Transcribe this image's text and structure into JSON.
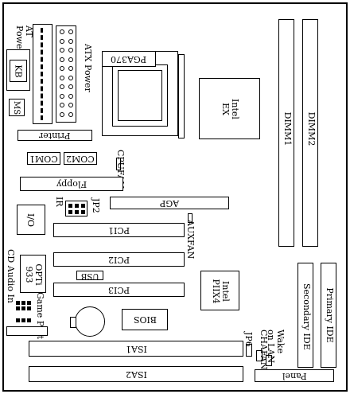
{
  "diagram": {
    "labels": {
      "at_power_1": "AT",
      "at_power_2": "Power",
      "kb": "KB",
      "ms": "MS",
      "atx_power": "ATX Power",
      "pga370": "PGA370",
      "intel_ex_1": "Intel",
      "intel_ex_2": "EX",
      "dimm1": "DIMM1",
      "dimm2": "DIMM2",
      "printer": "Printer",
      "com1": "COM1",
      "com2": "COM2",
      "cpufan": "CPUFAN",
      "floppy": "Floppy",
      "agp": "AGP",
      "ir": "IR",
      "jp2": "JP2",
      "io": "I/O",
      "pci1": "PCI1",
      "auxfan": "AUXFAN",
      "cd_audio_in": "CD Audio In",
      "opti_1": "OPTi",
      "opti_2": "933",
      "pci2": "PCI2",
      "usb": "USB",
      "pci3": "PCI3",
      "intel_piix4_1": "Intel",
      "intel_piix4_2": "PIIX4",
      "secondary_ide": "Secondary IDE",
      "primary_ide": "Primary IDE",
      "game_port": "Game Port",
      "bios": "BIOS",
      "jp6": "JP6",
      "chafan": "CHAFAN",
      "wake_on_lan_1": "Wake",
      "wake_on_lan_2": "on LAN",
      "isa1": "ISA1",
      "isa2": "ISA2",
      "panel": "Panel"
    }
  }
}
